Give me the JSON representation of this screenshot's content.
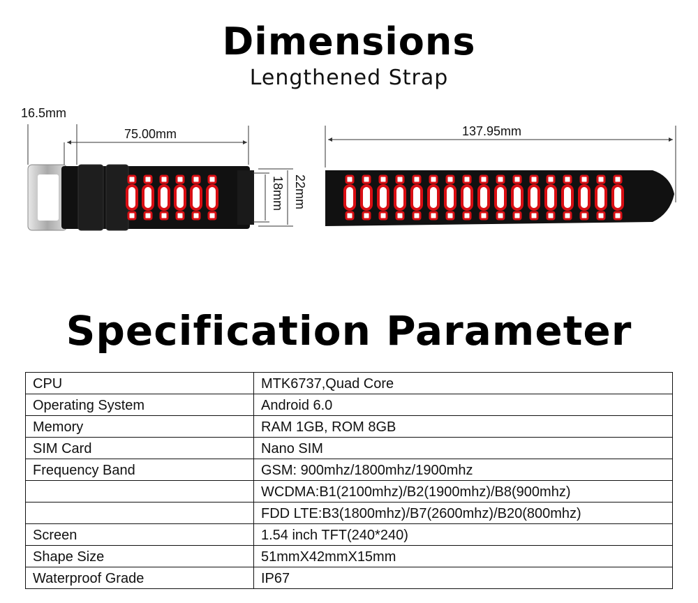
{
  "dimensions": {
    "title": "Dimensions",
    "subtitle": "Lengthened Strap",
    "labels": {
      "buckle_width": "16.5mm",
      "short_length": "75.00mm",
      "long_length": "137.95mm",
      "inner_width": "18mm",
      "outer_width": "22mm"
    }
  },
  "spec": {
    "title": "Specification Parameter",
    "rows": [
      {
        "key": "CPU",
        "value": "MTK6737,Quad Core"
      },
      {
        "key": "Operating System",
        "value": "Android 6.0"
      },
      {
        "key": "Memory",
        "value": "RAM 1GB, ROM 8GB"
      },
      {
        "key": "SIM Card",
        "value": "Nano SIM"
      },
      {
        "key": "Frequency Band",
        "value": "GSM: 900mhz/1800mhz/1900mhz"
      },
      {
        "key": "",
        "value": "WCDMA:B1(2100mhz)/B2(1900mhz)/B8(900mhz)"
      },
      {
        "key": "",
        "value": "FDD LTE:B3(1800mhz)/B7(2600mhz)/B20(800mhz)"
      },
      {
        "key": "Screen",
        "value": "1.54 inch TFT(240*240)"
      },
      {
        "key": "Shape Size",
        "value": "51mmX42mmX15mm"
      },
      {
        "key": "Waterproof Grade",
        "value": "IP67"
      }
    ]
  },
  "colors": {
    "strap_black": "#111111",
    "strap_red": "#d90f14",
    "buckle_silver": "#c9c9c9"
  }
}
